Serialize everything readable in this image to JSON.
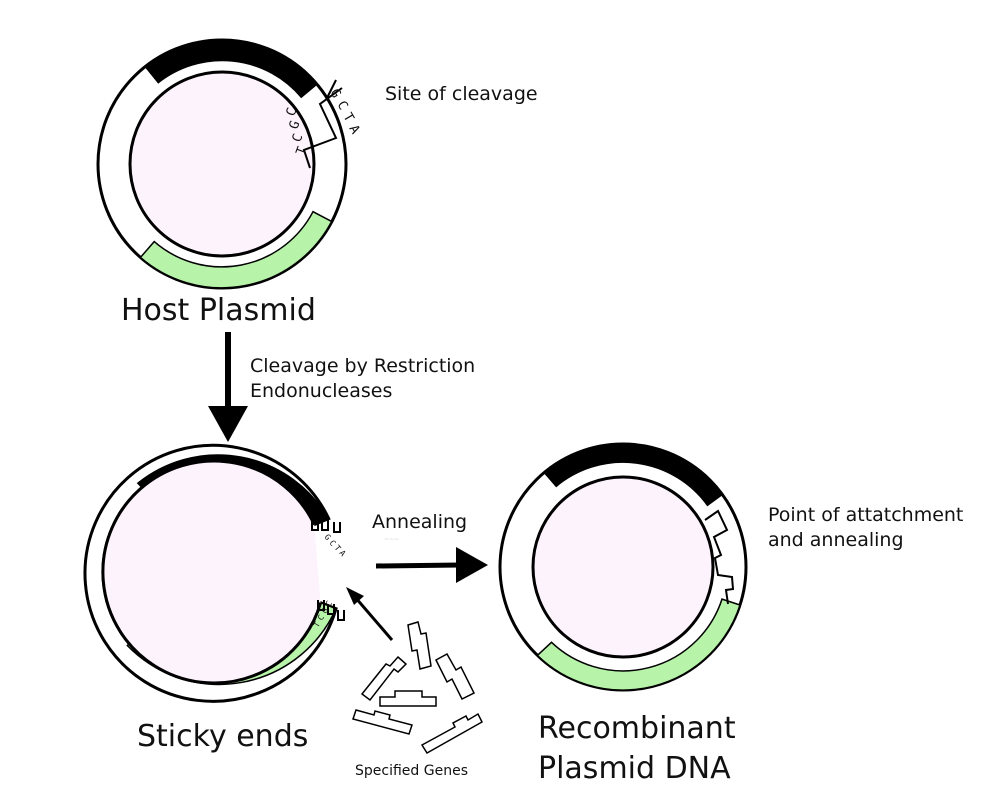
{
  "labels": {
    "site_of_cleavage": "Site of cleavage",
    "host_plasmid": "Host Plasmid",
    "cleavage_line1": "Cleavage by Restriction",
    "cleavage_line2": "Endonucleases",
    "annealing": "Annealing",
    "point_line1": "Point of attatchment",
    "point_line2": "and annealing",
    "sticky_ends": "Sticky ends",
    "recombinant_line1": "Recombinant",
    "recombinant_line2": "Plasmid DNA",
    "specified_genes": "Specified Genes"
  },
  "bases": {
    "top_strand": [
      "G",
      "C",
      "T",
      "A"
    ],
    "bottom_strand": [
      "T",
      "C",
      "G",
      "C"
    ]
  },
  "colors": {
    "plasmid_inner": "#fdf3fd",
    "plasmid_black_segment": "#000000",
    "plasmid_green_segment": "#b7f3a9",
    "ring_outline": "#000000"
  }
}
